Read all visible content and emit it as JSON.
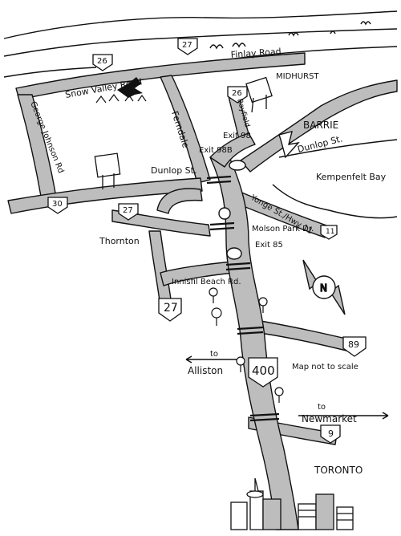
{
  "colors": {
    "road_fill": "#bdbdbd",
    "ink": "#111111",
    "paper": "#ffffff"
  },
  "labels": {
    "snow_valley_road": "Snow Valley Road",
    "finlay_road": "Finlay Road",
    "midhurst": "MIDHURST",
    "george_johnson_rd": "George Johnson Rd",
    "ferndale": "Ferndale",
    "dunlop_st_west": "Dunlop St.",
    "dunlop_st_east": "Dunlop St.",
    "barrie": "BARRIE",
    "kempenfelt_bay": "Kempenfelt Bay",
    "yonge_st": "Yonge St./Hwy 11",
    "bayfield": "Bayfield",
    "thornton": "Thornton",
    "molson_park": "Molson Park Dr.",
    "innisfil_beach": "Innisfil Beach Rd.",
    "alliston": "Alliston",
    "newmarket": "Newmarket",
    "to_left": "to",
    "to_right": "to",
    "map_not_to_scale": "Map not to scale",
    "toronto": "TORONTO",
    "exit_98": "Exit 98",
    "exit_98b": "Exit 98B",
    "exit_85": "Exit 85"
  },
  "highway_shields": {
    "hwy_27_top": "27",
    "hwy_26_left": "26",
    "hwy_26_right": "26",
    "hwy_30": "30",
    "hwy_27_mid": "27",
    "hwy_27_low": "27",
    "hwy_11": "11",
    "hwy_89": "89",
    "hwy_400": "400",
    "hwy_9": "9"
  },
  "compass": {
    "north": "N"
  }
}
